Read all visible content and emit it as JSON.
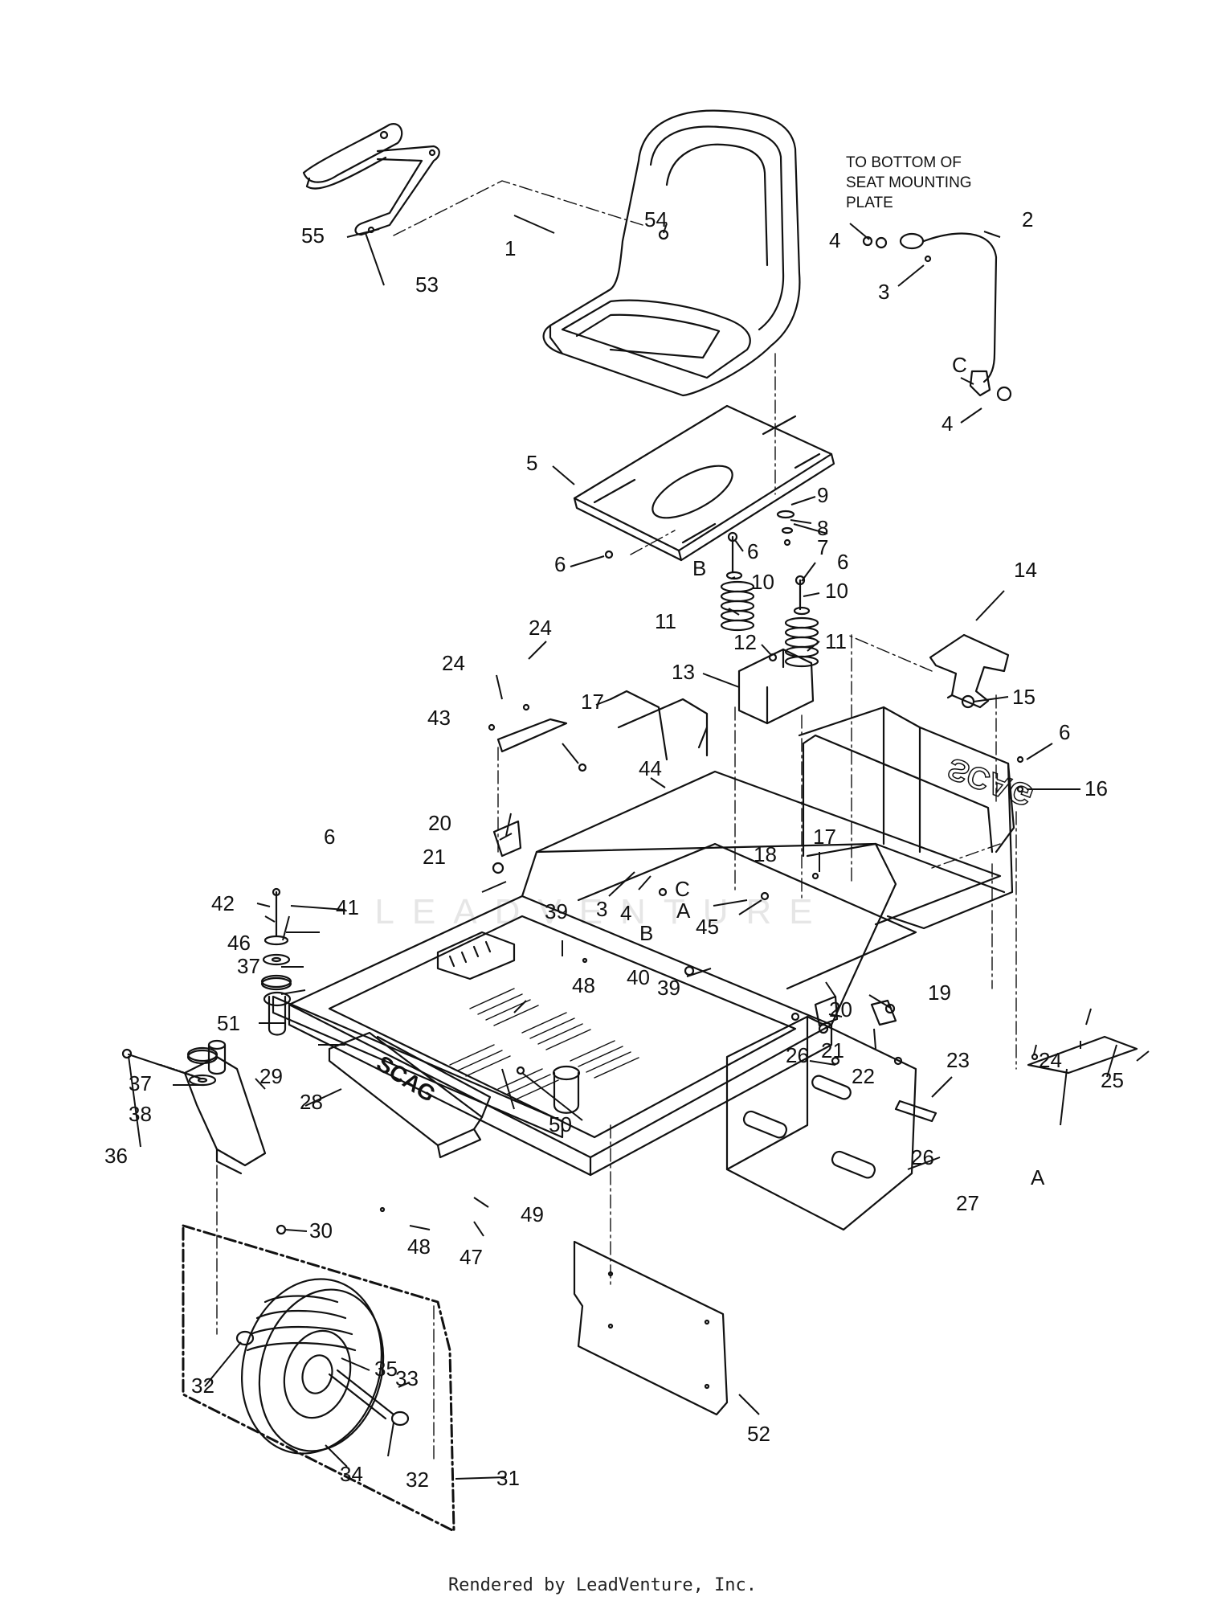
{
  "diagram": {
    "note_lines": [
      "TO BOTTOM OF",
      "SEAT MOUNTING",
      "PLATE"
    ],
    "footer": "Rendered by LeadVenture, Inc.",
    "watermark": "LEADVENTURE",
    "brand_text": "SCAG",
    "part_labels": [
      {
        "id": "1",
        "text": "1"
      },
      {
        "id": "2",
        "text": "2"
      },
      {
        "id": "3a",
        "text": "3"
      },
      {
        "id": "3b",
        "text": "3"
      },
      {
        "id": "4a",
        "text": "4"
      },
      {
        "id": "4b",
        "text": "4"
      },
      {
        "id": "4c",
        "text": "4"
      },
      {
        "id": "5",
        "text": "5"
      },
      {
        "id": "6a",
        "text": "6"
      },
      {
        "id": "6b",
        "text": "6"
      },
      {
        "id": "6c",
        "text": "6"
      },
      {
        "id": "6d",
        "text": "6"
      },
      {
        "id": "6e",
        "text": "6"
      },
      {
        "id": "7",
        "text": "7"
      },
      {
        "id": "8",
        "text": "8"
      },
      {
        "id": "9",
        "text": "9"
      },
      {
        "id": "10a",
        "text": "10"
      },
      {
        "id": "10b",
        "text": "10"
      },
      {
        "id": "11a",
        "text": "11"
      },
      {
        "id": "11b",
        "text": "11"
      },
      {
        "id": "12",
        "text": "12"
      },
      {
        "id": "13",
        "text": "13"
      },
      {
        "id": "14",
        "text": "14"
      },
      {
        "id": "15",
        "text": "15"
      },
      {
        "id": "16",
        "text": "16"
      },
      {
        "id": "17a",
        "text": "17"
      },
      {
        "id": "17b",
        "text": "17"
      },
      {
        "id": "18",
        "text": "18"
      },
      {
        "id": "19",
        "text": "19"
      },
      {
        "id": "20a",
        "text": "20"
      },
      {
        "id": "20b",
        "text": "20"
      },
      {
        "id": "21a",
        "text": "21"
      },
      {
        "id": "21b",
        "text": "21"
      },
      {
        "id": "22",
        "text": "22"
      },
      {
        "id": "23",
        "text": "23"
      },
      {
        "id": "24a",
        "text": "24"
      },
      {
        "id": "24b",
        "text": "24"
      },
      {
        "id": "24c",
        "text": "24"
      },
      {
        "id": "25",
        "text": "25"
      },
      {
        "id": "26a",
        "text": "26"
      },
      {
        "id": "26b",
        "text": "26"
      },
      {
        "id": "27",
        "text": "27"
      },
      {
        "id": "28",
        "text": "28"
      },
      {
        "id": "29",
        "text": "29"
      },
      {
        "id": "30",
        "text": "30"
      },
      {
        "id": "31",
        "text": "31"
      },
      {
        "id": "32a",
        "text": "32"
      },
      {
        "id": "32b",
        "text": "32"
      },
      {
        "id": "33",
        "text": "33"
      },
      {
        "id": "34",
        "text": "34"
      },
      {
        "id": "35",
        "text": "35"
      },
      {
        "id": "36",
        "text": "36"
      },
      {
        "id": "37a",
        "text": "37"
      },
      {
        "id": "37b",
        "text": "37"
      },
      {
        "id": "38",
        "text": "38"
      },
      {
        "id": "39a",
        "text": "39"
      },
      {
        "id": "39b",
        "text": "39"
      },
      {
        "id": "40",
        "text": "40"
      },
      {
        "id": "41",
        "text": "41"
      },
      {
        "id": "42",
        "text": "42"
      },
      {
        "id": "43",
        "text": "43"
      },
      {
        "id": "44",
        "text": "44"
      },
      {
        "id": "45",
        "text": "45"
      },
      {
        "id": "46",
        "text": "46"
      },
      {
        "id": "47",
        "text": "47"
      },
      {
        "id": "48a",
        "text": "48"
      },
      {
        "id": "48b",
        "text": "48"
      },
      {
        "id": "49",
        "text": "49"
      },
      {
        "id": "50",
        "text": "50"
      },
      {
        "id": "51",
        "text": "51"
      },
      {
        "id": "52",
        "text": "52"
      },
      {
        "id": "53",
        "text": "53"
      },
      {
        "id": "54",
        "text": "54"
      },
      {
        "id": "55",
        "text": "55"
      }
    ],
    "ref_labels": [
      {
        "id": "A1",
        "text": "A"
      },
      {
        "id": "A2",
        "text": "A"
      },
      {
        "id": "B1",
        "text": "B"
      },
      {
        "id": "B2",
        "text": "B"
      },
      {
        "id": "C1",
        "text": "C"
      },
      {
        "id": "C2",
        "text": "C"
      }
    ]
  }
}
